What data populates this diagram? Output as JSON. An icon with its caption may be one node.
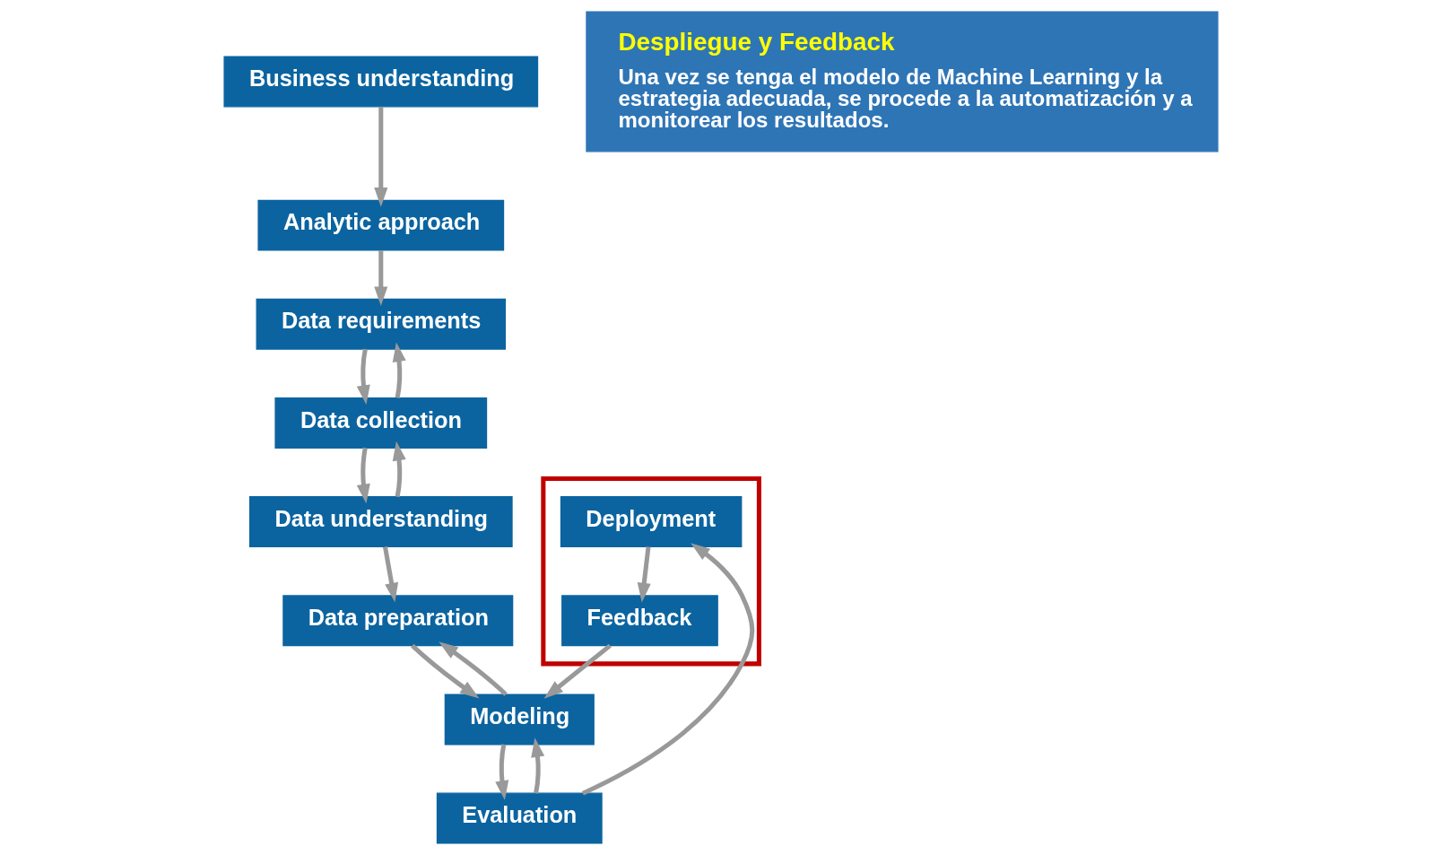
{
  "diagram": {
    "nodes": [
      {
        "text": [
          "Business understanding"
        ]
      },
      {
        "text": [
          "Analytic approach"
        ]
      },
      {
        "text": [
          "Data requirements"
        ]
      },
      {
        "text": [
          "Data collection"
        ]
      },
      {
        "text": [
          "Data understanding"
        ]
      },
      {
        "text": [
          "Data preparation"
        ]
      },
      {
        "text": [
          "Modeling"
        ]
      },
      {
        "text": [
          "Evaluation"
        ]
      },
      {
        "text": [],
        "shape": "box"
      },
      {
        "text": [
          "Deployment"
        ],
        "in": 8
      },
      {
        "text": [
          "Feedback"
        ],
        "in": 8
      },
      {
        "text": [
          "Despliegue y Feedback",
          "Una vez se tenga el modelo de Machine Learning y la estrategia adecuada, se procede a la automatización y a monitorear los resultados."
        ]
      }
    ],
    "edges": [
      {
        "from": 0,
        "to": 1,
        "arrow": "to"
      },
      {
        "from": 1,
        "to": 2,
        "arrow": "to"
      },
      {
        "from": 2,
        "to": 3,
        "arrow": "to"
      },
      {
        "from": 3,
        "to": 2,
        "arrow": "to"
      },
      {
        "from": 3,
        "to": 4,
        "arrow": "to"
      },
      {
        "from": 4,
        "to": 3,
        "arrow": "to"
      },
      {
        "from": 4,
        "to": 5,
        "arrow": "to"
      },
      {
        "from": 5,
        "to": 6,
        "arrow": "to"
      },
      {
        "from": 6,
        "to": 5,
        "arrow": "to"
      },
      {
        "from": 6,
        "to": 7,
        "arrow": "to"
      },
      {
        "from": 7,
        "to": 6,
        "arrow": "to"
      },
      {
        "from": 7,
        "to": 9,
        "arrow": "to"
      },
      {
        "from": 9,
        "to": 10,
        "arrow": "to"
      },
      {
        "from": 10,
        "to": 6,
        "arrow": "to"
      }
    ]
  }
}
